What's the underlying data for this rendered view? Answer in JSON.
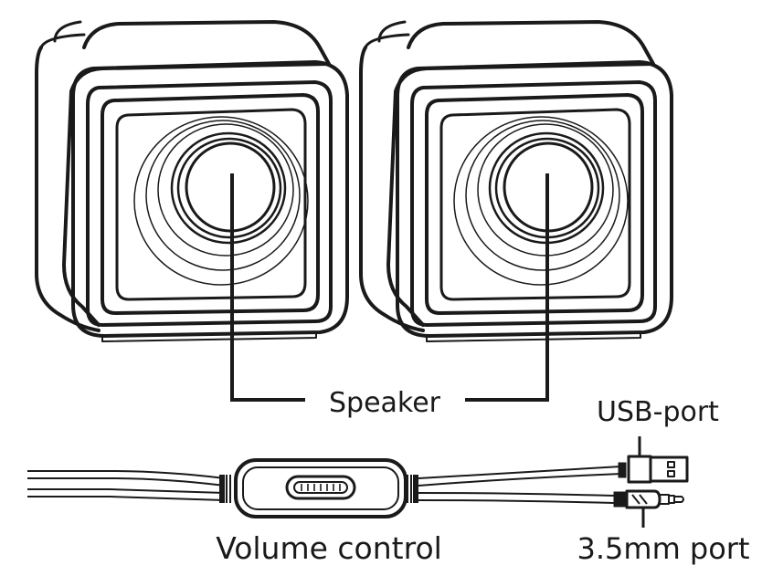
{
  "labels": {
    "speaker": "Speaker",
    "usb_port": "USB-port",
    "volume_control": "Volume control",
    "audio_port": "3.5mm port"
  },
  "colors": {
    "line": "#1a1a1a",
    "background": "#ffffff"
  },
  "icons": {
    "left_speaker": "speaker-icon",
    "right_speaker": "speaker-icon",
    "usb_plug": "usb-plug-icon",
    "audio_jack": "audio-jack-icon",
    "volume_control": "volume-control-icon"
  }
}
